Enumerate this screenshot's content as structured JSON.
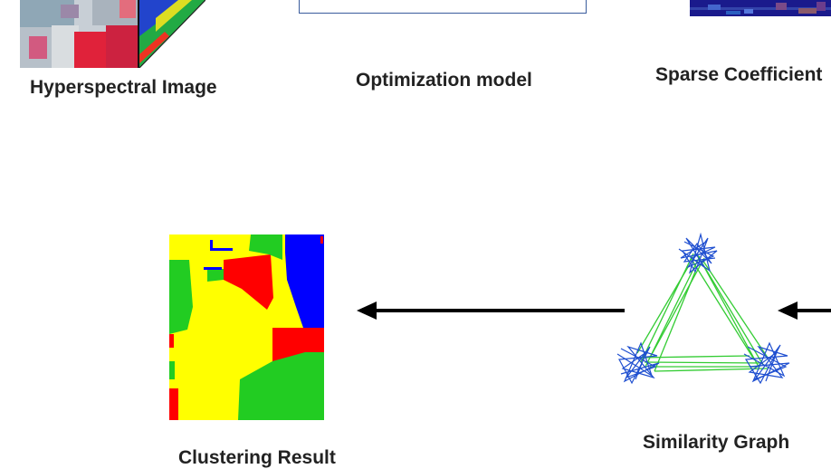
{
  "labels": {
    "hyperspectral": "Hyperspectral Image",
    "optimization": "Optimization model",
    "sparse": "Sparse Coefficient",
    "clustering": "Clustering Result",
    "similarity": "Similarity Graph"
  },
  "colors": {
    "text": "#222222",
    "arrow": "#000000",
    "optimization_box_border": "#3a5c9c",
    "graph_node_blue": "#1f4fd0",
    "graph_edge_green": "#33cc33",
    "cluster_yellow": "#ffff00",
    "cluster_red": "#ff0000",
    "cluster_green": "#22cc22",
    "cluster_blue": "#0000ff",
    "sparse_dark_blue": "#1a1a8c"
  },
  "icons": {
    "hyperspectral_thumbnail": "false-color-image-icon",
    "sparse_matrix": "heatmap-matrix-icon",
    "clustering_map": "cluster-map-icon",
    "similarity_graph": "network-graph-icon",
    "flow_arrow": "left-arrow-icon"
  }
}
